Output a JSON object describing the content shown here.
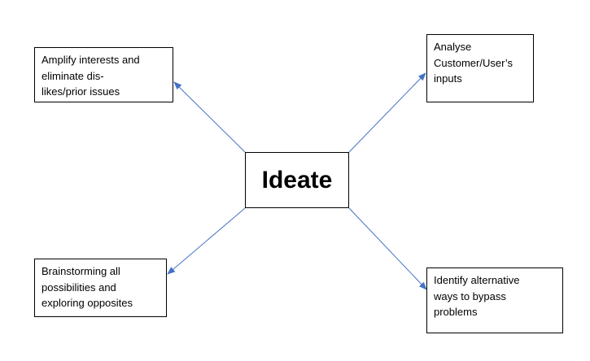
{
  "diagram": {
    "center": {
      "label": "Ideate"
    },
    "nodes": {
      "top_left": {
        "lines": [
          "Amplify interests and",
          "eliminate dis-",
          "likes/prior issues"
        ]
      },
      "top_right": {
        "lines": [
          "Analyse",
          "Customer/User’s",
          "inputs"
        ]
      },
      "bottom_left": {
        "lines": [
          "Brainstorming all",
          "possibilities and",
          "exploring opposites"
        ]
      },
      "bottom_right": {
        "lines": [
          "Identify alternative",
          "ways to bypass",
          "problems"
        ]
      }
    },
    "colors": {
      "connector": "#4472C4",
      "border": "#000000",
      "text": "#000000"
    }
  }
}
